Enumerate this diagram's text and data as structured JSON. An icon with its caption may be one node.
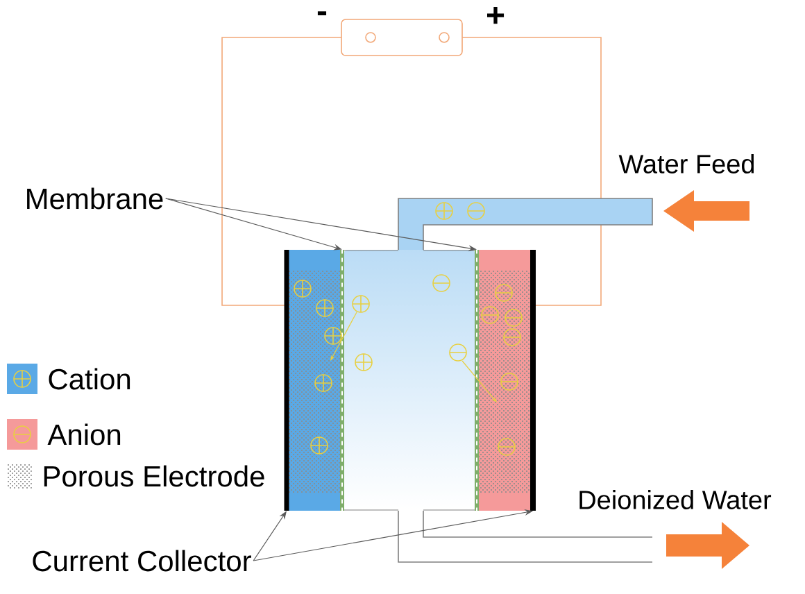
{
  "diagram": {
    "nodes": [
      {
        "text": [
          "Membrane"
        ]
      },
      {
        "text": [
          "Current Collector"
        ]
      },
      {
        "text": [],
        "shape": "bar"
      },
      {
        "text": [],
        "shape": "bar"
      },
      {
        "text": [],
        "shape": "box"
      },
      {
        "text": [],
        "shape": "bar"
      },
      {
        "text": [],
        "shape": "bar"
      }
    ],
    "edges": [
      {
        "from": 0,
        "to": 3,
        "arrow": "to"
      },
      {
        "from": 0,
        "to": 5,
        "arrow": "to"
      },
      {
        "from": 1,
        "to": 2,
        "arrow": "to"
      },
      {
        "from": 1,
        "to": 6,
        "arrow": "to"
      }
    ],
    "labels": [
      "-",
      "+",
      "Water Feed",
      "Deionized Water"
    ],
    "legend": [
      {
        "text": "Cation",
        "color": "#5aa9e6"
      },
      {
        "text": "Anion",
        "color": "#f59a9a"
      },
      {
        "text": "Porous Electrode"
      }
    ]
  }
}
